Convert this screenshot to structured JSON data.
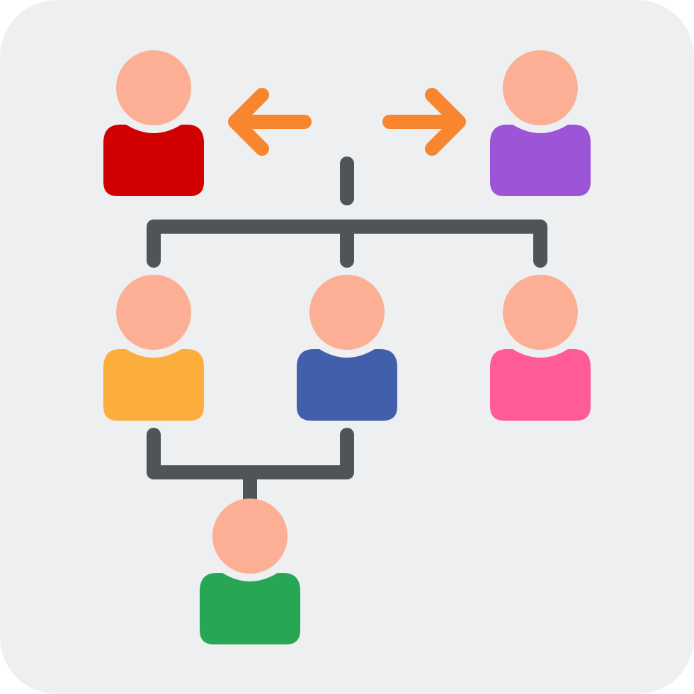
{
  "icon": {
    "name": "organization-hierarchy-icon",
    "background_color": "#EDEFF0",
    "connector_color": "#4F5456",
    "arrow_color": "#F7862F",
    "skin_color": "#FCAF94"
  },
  "people": [
    {
      "name": "top-left-person",
      "shirt_color": "#D20000"
    },
    {
      "name": "top-right-person",
      "shirt_color": "#9B55D6"
    },
    {
      "name": "middle-left-person",
      "shirt_color": "#FBAE3C"
    },
    {
      "name": "middle-center-person",
      "shirt_color": "#415FAB"
    },
    {
      "name": "middle-right-person",
      "shirt_color": "#FF5B98"
    },
    {
      "name": "bottom-person",
      "shirt_color": "#27A653"
    }
  ],
  "arrows": [
    {
      "name": "left-arrow-icon",
      "direction": "left"
    },
    {
      "name": "right-arrow-icon",
      "direction": "right"
    }
  ]
}
